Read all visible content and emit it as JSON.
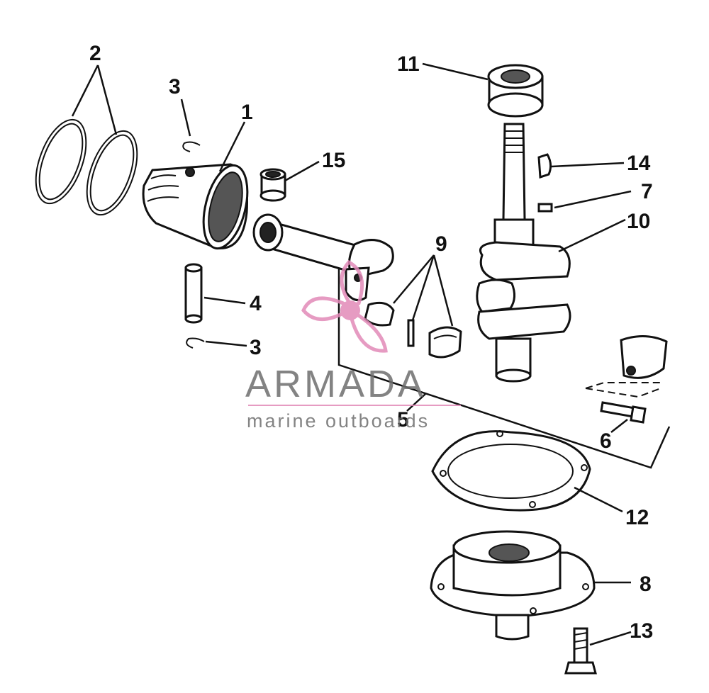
{
  "diagram": {
    "callouts": [
      {
        "id": "c1",
        "label": "1"
      },
      {
        "id": "c2",
        "label": "2"
      },
      {
        "id": "c3a",
        "label": "3"
      },
      {
        "id": "c3b",
        "label": "3"
      },
      {
        "id": "c4",
        "label": "4"
      },
      {
        "id": "c5",
        "label": "5"
      },
      {
        "id": "c6",
        "label": "6"
      },
      {
        "id": "c7",
        "label": "7"
      },
      {
        "id": "c8",
        "label": "8"
      },
      {
        "id": "c9",
        "label": "9"
      },
      {
        "id": "c10",
        "label": "10"
      },
      {
        "id": "c11",
        "label": "11"
      },
      {
        "id": "c12",
        "label": "12"
      },
      {
        "id": "c13",
        "label": "13"
      },
      {
        "id": "c14",
        "label": "14"
      },
      {
        "id": "c15",
        "label": "15"
      }
    ]
  },
  "watermark": {
    "brand": "ARMADA",
    "tagline": "marine outboards",
    "logo_icon": "propeller-icon",
    "logo_color": "#e28ab8",
    "text_color": "#6e6e6e"
  }
}
